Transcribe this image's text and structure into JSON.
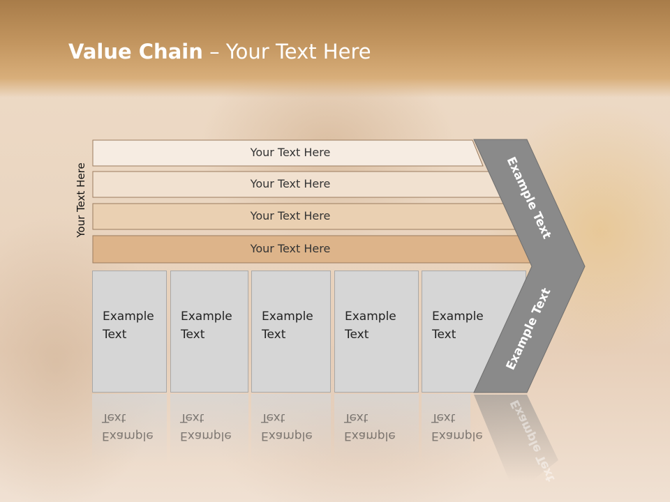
{
  "slide": {
    "title_bold": "Value Chain",
    "title_rest": " – Your Text Here",
    "vertical_label": "Your Text Here"
  },
  "rows": [
    {
      "label": "Your Text Here",
      "color": "#f6ece2"
    },
    {
      "label": "Your Text Here",
      "color": "#f1e1d0"
    },
    {
      "label": "Your Text Here",
      "color": "#ead0b2"
    },
    {
      "label": "Your Text Here",
      "color": "#ddb48a"
    }
  ],
  "boxes": [
    {
      "label": "Example Text"
    },
    {
      "label": "Example Text"
    },
    {
      "label": "Example Text"
    },
    {
      "label": "Example Text"
    },
    {
      "label": "Example Text"
    }
  ],
  "chevron": {
    "upper_label": "Example Text",
    "lower_label": "Example Text",
    "color": "#8a8a8a"
  },
  "colors": {
    "title_band": "#c39660",
    "box_fill": "#d6d6d6",
    "box_border": "#a8a8a8"
  }
}
